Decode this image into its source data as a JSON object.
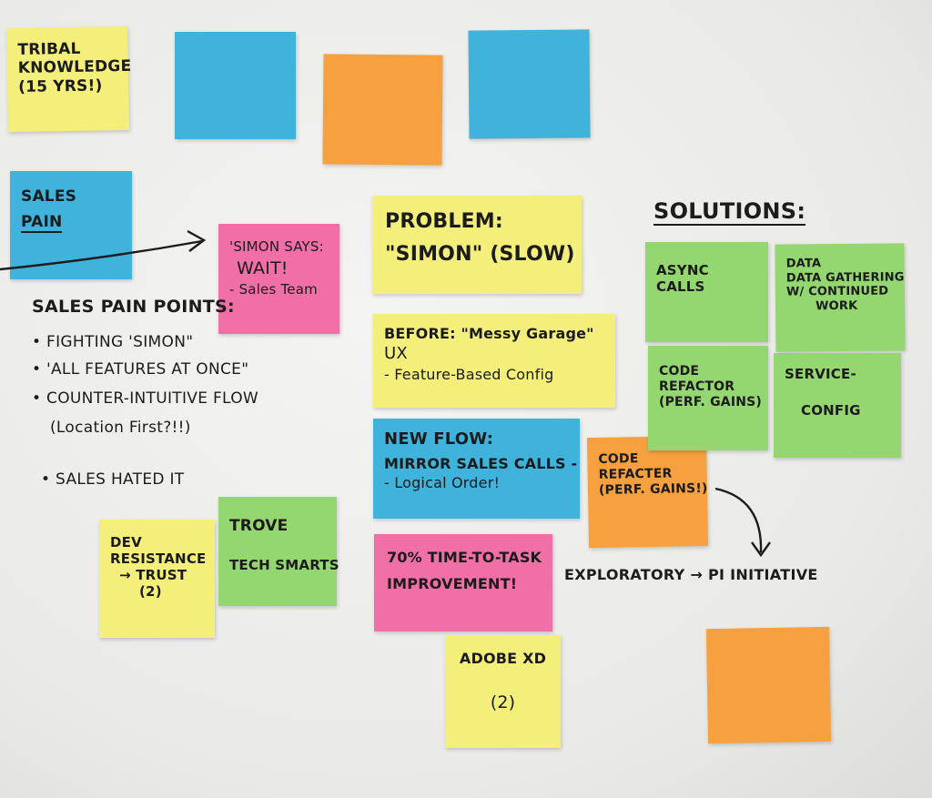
{
  "notes": {
    "tribal": [
      "TRIBAL",
      "KNOWLEDGE",
      "(15 YRS!)"
    ],
    "sales_pain": [
      "SALES",
      "PAIN"
    ],
    "simon_says": [
      "'SIMON SAYS:",
      "WAIT!",
      "- Sales Team"
    ],
    "problem": [
      "PROBLEM:",
      "\"SIMON\" (SLOW)"
    ],
    "before": [
      "BEFORE: \"Messy Garage\"",
      "UX",
      "- Feature-Based Config"
    ],
    "new_flow": [
      "NEW FLOW:",
      "MIRROR SALES CALLS -",
      "- Logical Order!"
    ],
    "code_refacter": [
      "CODE",
      "REFACTER",
      "(PERF. GAINS!)"
    ],
    "time_to_task": [
      "70% TIME-TO-TASK",
      "IMPROVEMENT!"
    ],
    "adobe_xd": [
      "ADOBE XD",
      "(2)"
    ],
    "dev_resistance": [
      "DEV",
      "RESISTANCE",
      "→ TRUST",
      "(2)"
    ],
    "trove": [
      "TROVE",
      "TECH SMARTS"
    ],
    "async_calls": [
      "ASYNC",
      "CALLS"
    ],
    "data_gathering": [
      "DATA",
      "DATA GATHERING",
      "W/ CONTINUED",
      "WORK"
    ],
    "code_refactor": [
      "CODE",
      "REFACTOR",
      "(PERF. GAINS)"
    ],
    "service_config": [
      "SERVICE-",
      "CONFIG"
    ]
  },
  "board_text": {
    "solutions_heading": "SOLUTIONS:",
    "pain_points_heading": "SALES PAIN POINTS:",
    "pain_points": [
      "• FIGHTING 'SIMON\"",
      "• 'ALL FEATURES AT ONCE\"",
      "• COUNTER-INTUITIVE FLOW",
      "(Location First?!!)",
      "• SALES HATED IT"
    ],
    "exploratory": "EXPLORATORY → PI INITIATIVE"
  },
  "colors": {
    "yellow": "#f4ef7a",
    "blue": "#3fb3dc",
    "orange": "#f7a03f",
    "pink": "#f06fa6",
    "green": "#94d66f",
    "marker": "#1c1c1c"
  }
}
